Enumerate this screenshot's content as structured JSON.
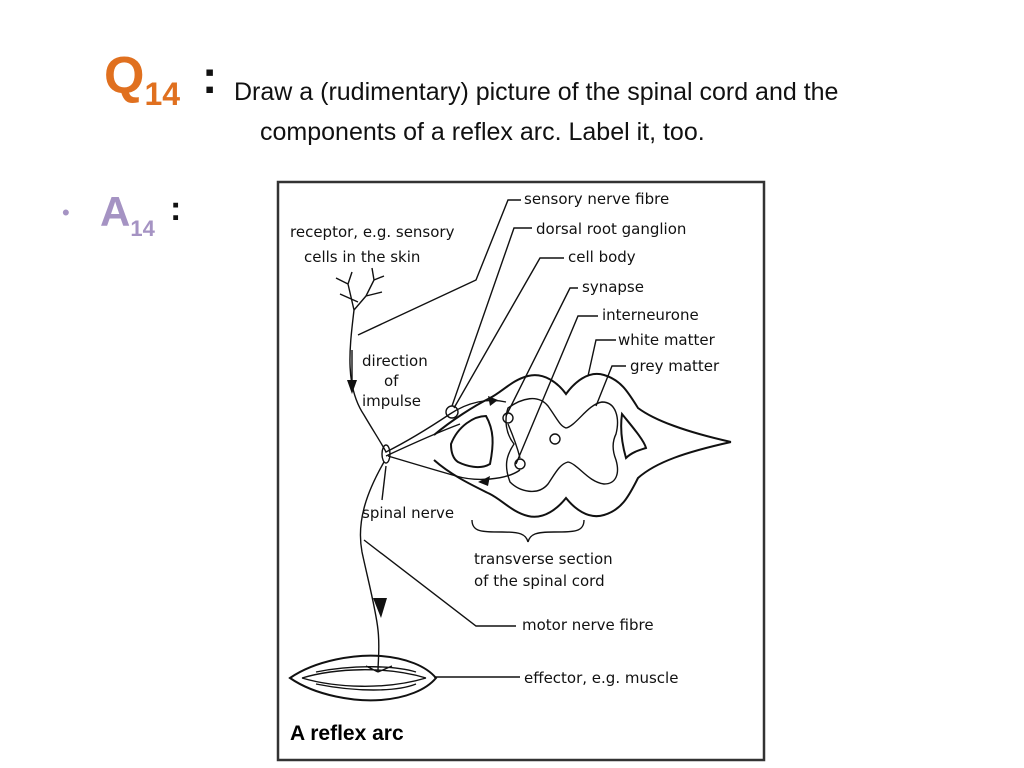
{
  "question": {
    "letter": "Q",
    "number": "14",
    "colon": ":",
    "text_line1": "Draw a (rudimentary) picture of the spinal cord and the",
    "text_line2": "components of a reflex arc. Label it, too."
  },
  "answer": {
    "bullet": "•",
    "letter": "A",
    "number": "14",
    "colon": ":"
  },
  "colors": {
    "question_accent": "#e0701f",
    "answer_accent": "#a593c3",
    "text": "#111111"
  },
  "diagram": {
    "labels": {
      "receptor_1": "receptor, e.g. sensory",
      "receptor_2": "cells in the skin",
      "sensory_fibre": "sensory nerve fibre",
      "dorsal_root": "dorsal root ganglion",
      "cell_body": "cell body",
      "synapse": "synapse",
      "interneurone": "interneurone",
      "white_matter": "white matter",
      "grey_matter": "grey matter",
      "direction_1": "direction",
      "direction_2": "of",
      "direction_3": "impulse",
      "spinal_nerve": "spinal nerve",
      "transverse_1": "transverse section",
      "transverse_2": "of the spinal cord",
      "motor_fibre": "motor nerve fibre",
      "effector": "effector, e.g. muscle",
      "caption": "A reflex arc"
    }
  }
}
